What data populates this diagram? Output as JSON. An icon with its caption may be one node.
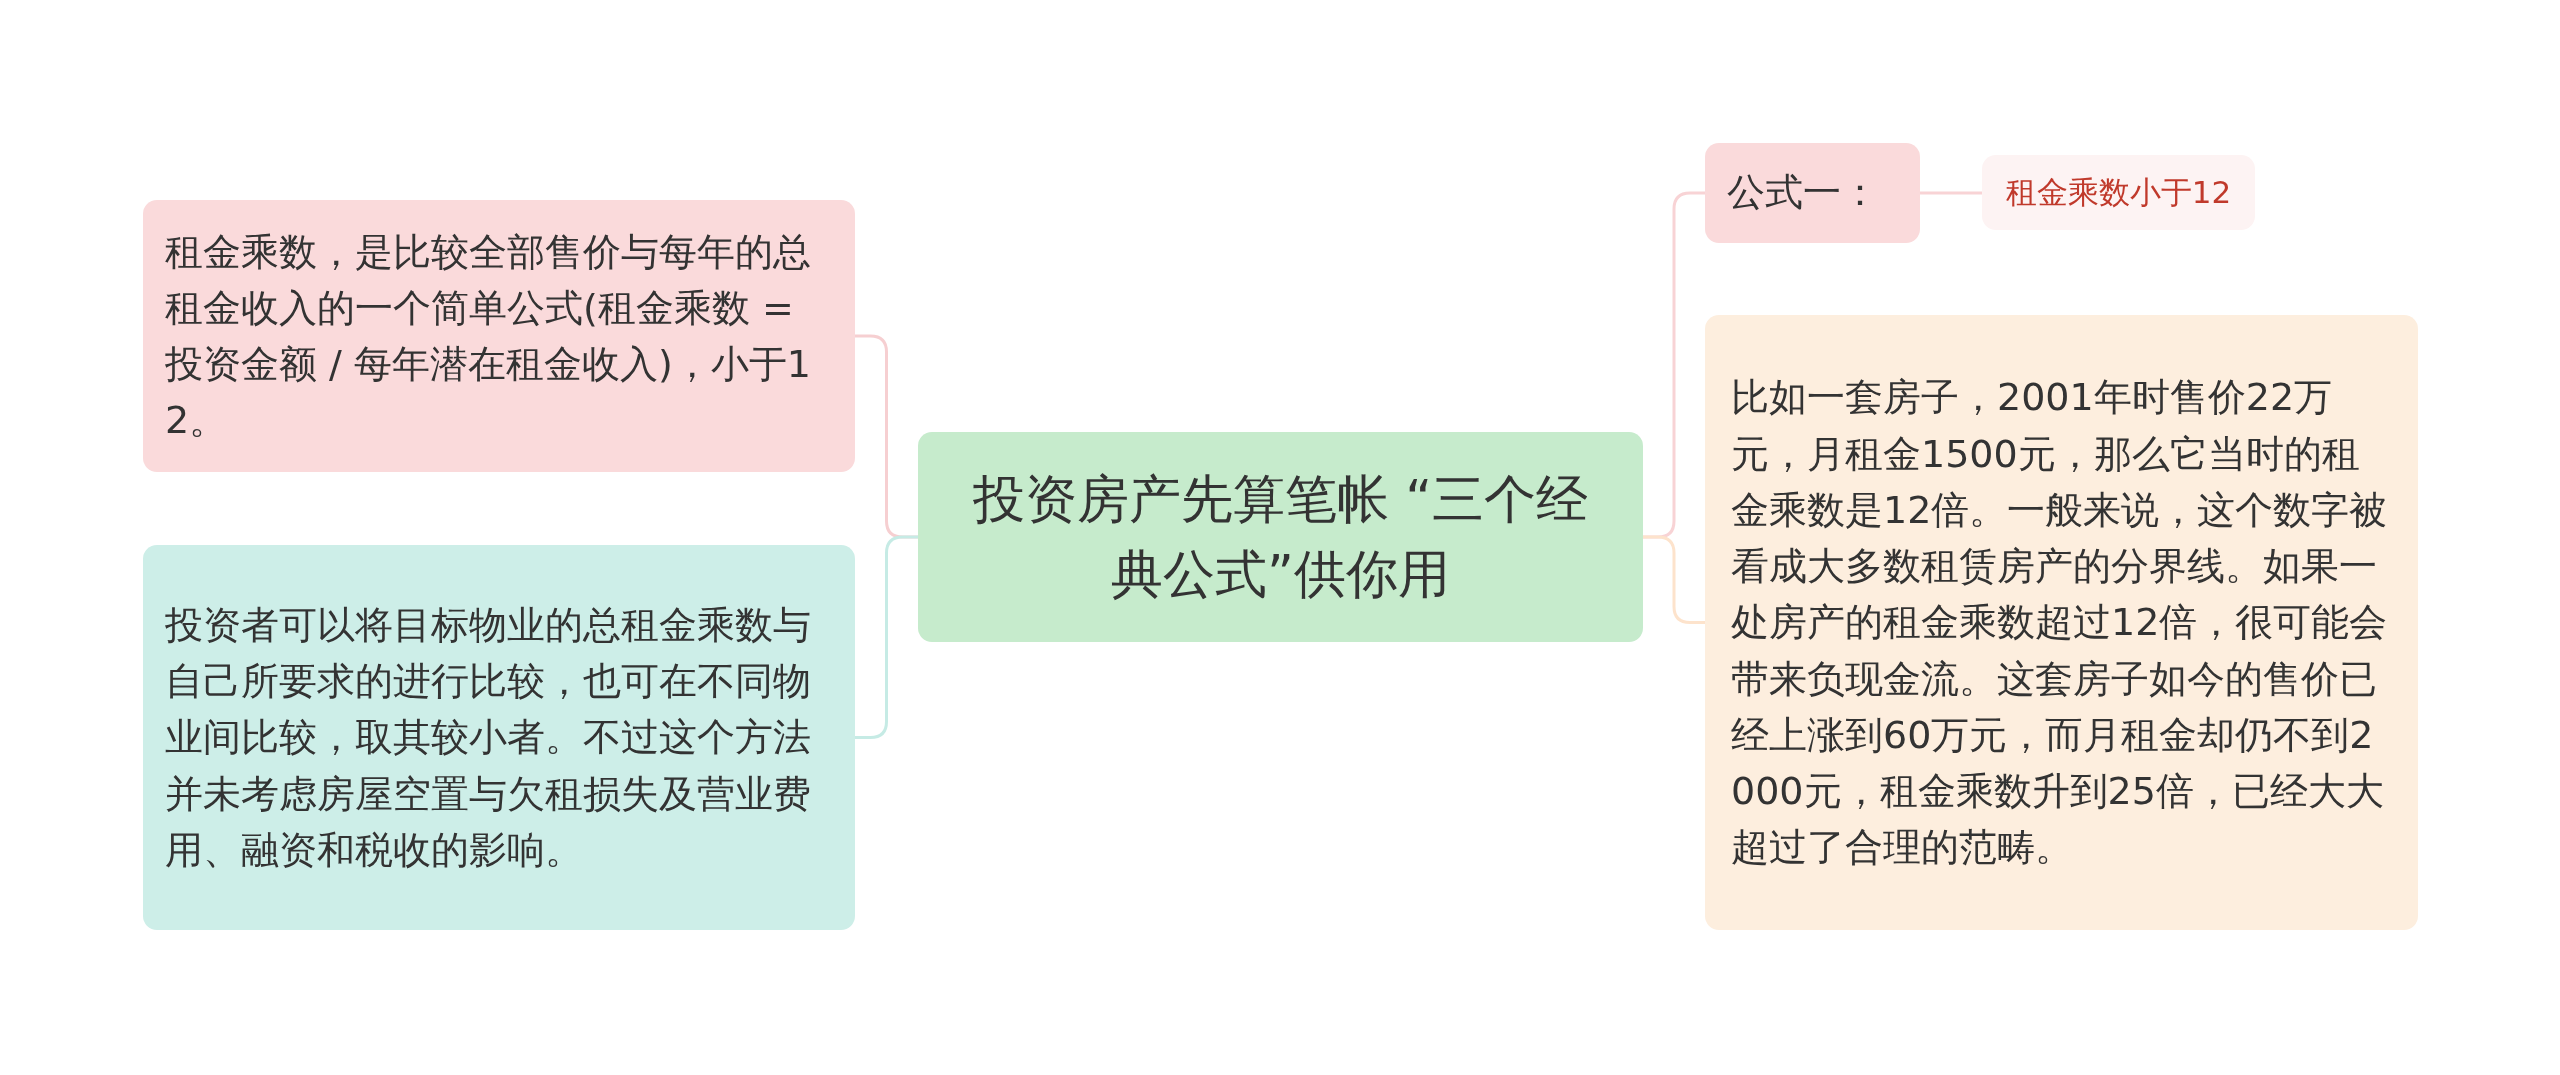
{
  "diagram": {
    "nodes": [
      {
        "text": [
          "投资房产先算笔帐 “三个经典公式”供你用"
        ]
      },
      {
        "text": [
          "租金乘数，是比较全部售价与每年的总租金收入的一个简单公式(租金乘数 = 投资金额 / 每年潜在租金收入)，小于12。"
        ]
      },
      {
        "text": [
          "投资者可以将目标物业的总租金乘数与自己所要求的进行比较，也可在不同物业间比较，取其较小者。不过这个方法并未考虑房屋空置与欠租损失及营业费用、融资和税收的影响。"
        ]
      },
      {
        "text": [
          "公式一："
        ]
      },
      {
        "text": [
          "租金乘数小于12"
        ]
      },
      {
        "text": [
          "比如一套房子，2001年时售价22万元，月租金1500元，那么它当时的租金乘数是12倍。一般来说，这个数字被看成大多数租赁房产的分界线。如果一处房产的租金乘数超过12倍，很可能会带来负现金流。这套房子如今的售价已经上涨到60万元，而月租金却仍不到2000元，租金乘数升到25倍，已经大大超过了合理的范畴。"
        ]
      }
    ],
    "edges": [
      {
        "from": 0,
        "to": 1,
        "arrow": "none",
        "color": "#f6cfd1"
      },
      {
        "from": 0,
        "to": 2,
        "arrow": "none",
        "color": "#c6ebe5"
      },
      {
        "from": 0,
        "to": 3,
        "arrow": "none",
        "color": "#f8d3d5"
      },
      {
        "from": 0,
        "to": 5,
        "arrow": "none",
        "color": "#fde3cc"
      },
      {
        "from": 3,
        "to": 4,
        "arrow": "none",
        "color": "#f8d3d5"
      }
    ]
  }
}
